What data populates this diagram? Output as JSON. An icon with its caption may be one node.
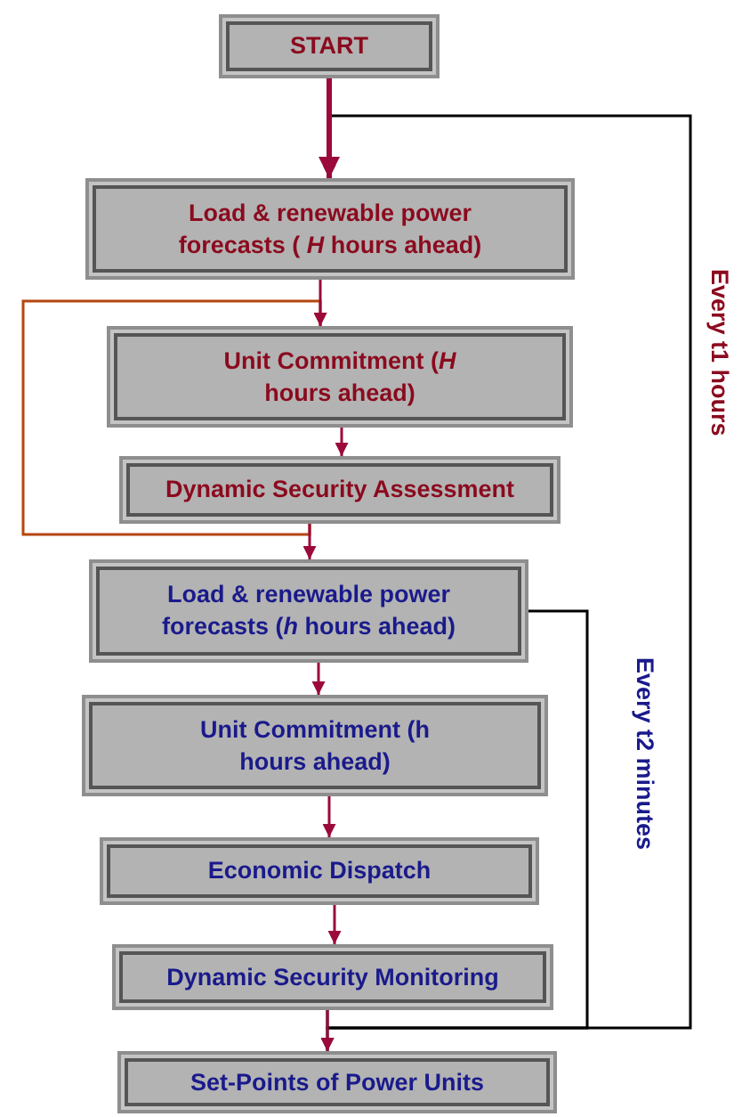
{
  "diagram": {
    "nodes": [
      {
        "text": [
          "START"
        ]
      },
      {
        "text": [
          "Load & renewable power forecasts ( *H* hours ahead)"
        ]
      },
      {
        "text": [
          "Unit Commitment (*H* hours ahead)"
        ]
      },
      {
        "text": [
          "Dynamic Security Assessment"
        ]
      },
      {
        "text": [
          "Load & renewable power forecasts (*h* hours ahead)"
        ]
      },
      {
        "text": [
          "Unit Commitment (h hours ahead)"
        ]
      },
      {
        "text": [
          "Economic Dispatch"
        ]
      },
      {
        "text": [
          "Dynamic Security Monitoring"
        ]
      },
      {
        "text": [
          "Set-Points of Power Units"
        ]
      }
    ],
    "edges": [
      {
        "from": 0,
        "to": 1,
        "arrow": "to",
        "style": "thick"
      },
      {
        "from": 1,
        "to": 2,
        "arrow": "to"
      },
      {
        "from": 2,
        "to": 3,
        "arrow": "to"
      },
      {
        "from": 3,
        "to": 4,
        "arrow": "to"
      },
      {
        "from": 4,
        "to": 5,
        "arrow": "to"
      },
      {
        "from": 5,
        "to": 6,
        "arrow": "to"
      },
      {
        "from": 6,
        "to": 7,
        "arrow": "to"
      },
      {
        "from": 7,
        "to": 8,
        "arrow": "to"
      },
      {
        "from": 3,
        "to": 2,
        "arrow": "to",
        "color": "#b5460f"
      },
      {
        "from": 7,
        "to": 1,
        "arrow": "to",
        "color": "#000000",
        "label": "Every t1 hours"
      },
      {
        "from": 4,
        "to": 8,
        "arrow": "to",
        "color": "#000000",
        "label": "Every t2 minutes"
      }
    ]
  }
}
